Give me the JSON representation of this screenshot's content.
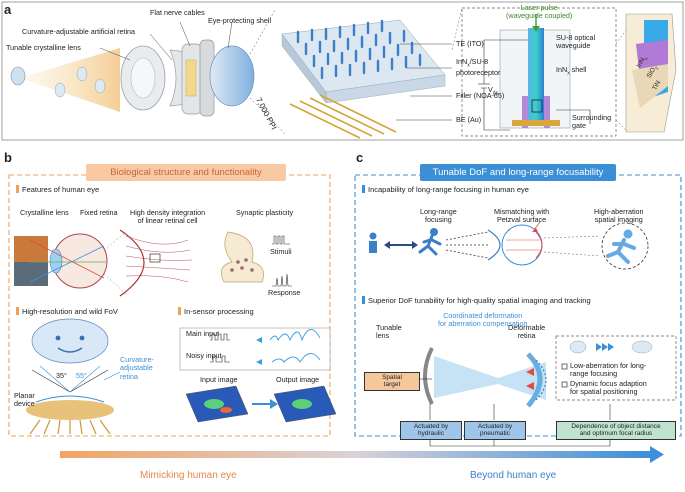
{
  "panel_a": {
    "letter": "a",
    "labels": {
      "flat_nerve_cables": "Flat nerve cables",
      "eye_protecting_shell": "Eye-protecting shell",
      "curvature_retina": "Curvature-adjustable artificial retina",
      "tunable_lens": "Tunable crystalline lens",
      "te": "TE (ITO)",
      "photoreceptor_l1": "InN",
      "photoreceptor_l1_sub": "x",
      "photoreceptor_l2": "/SU-8",
      "photoreceptor_l3": "photoreceptor",
      "filler": "Filler (NOA-65)",
      "be": "BE (Au)",
      "density": "7,000 PPI",
      "laser_l1": "Laser pulse",
      "laser_l2": "(waveguide coupled)",
      "su8_l1": "SU-8 optical",
      "su8_l2": "waveguide",
      "innx_shell": "InN",
      "innx_shell_sub": "x",
      "innx_shell_tail": " shell",
      "vds": "V",
      "vds_sub": "ds",
      "surrounding_l1": "Surrounding",
      "surrounding_l2": "gate",
      "layer_innx": "InN",
      "layer_innx_sub": "x",
      "layer_sio2": "SiO",
      "layer_sio2_sub": "2",
      "layer_tin": "TiN"
    }
  },
  "panel_b": {
    "letter": "b",
    "ribbon": "Biological structure and functionality",
    "sec1": "Features of human eye",
    "crystalline_lens": "Crystalline lens",
    "fixed_retina": "Fixed retina",
    "hd_l1": "High density integration",
    "hd_l2": "of linear retinal cell",
    "synaptic": "Synaptic plasticity",
    "stimuli": "Stimuli",
    "response": "Response",
    "sec2": "High-resolution and wild FoV",
    "angle1": "35°",
    "angle2": "55°",
    "curv_l1": "Curvature-",
    "curv_l2": "adjustable",
    "curv_l3": "retina",
    "planar_l1": "Planar",
    "planar_l2": "device",
    "sec3": "In-sensor processing",
    "main_input": "Main input",
    "noisy_input": "Noisy input",
    "input_image": "Input image",
    "output_image": "Output image"
  },
  "panel_c": {
    "letter": "c",
    "ribbon": "Tunable DoF and long-range focusability",
    "sec1": "Incapability of long-range focusing in human eye",
    "long_l1": "Long-range",
    "long_l2": "focusing",
    "mismatch_l1": "Mismatching with",
    "mismatch_l2": "Petzval surface",
    "aberr_l1": "High-aberration",
    "aberr_l2": "spatial imaging",
    "sec2": "Superior DoF tunability for high-quality spatial imaging and tracking",
    "coord_l1": "Coordinated deformation",
    "coord_l2": "for aberration compensation",
    "tunable_l1": "Tunable",
    "tunable_l2": "lens",
    "deform_l1": "Deformable",
    "deform_l2": "retina",
    "spatial_l1": "Spatial",
    "spatial_l2": "target",
    "hyd_l1": "Actuated by",
    "hyd_l2": "hydraulic",
    "pneu_l1": "Actuated by",
    "pneu_l2": "pneumatic",
    "low_l1": "Low-aberration for long-",
    "low_l2": "range focusing",
    "dyn_l1": "Dynamic focus adaption",
    "dyn_l2": "for spatial positioning",
    "dep_l1": "Dependence of object distance",
    "dep_l2": "and optimum focal radius"
  },
  "bottom": {
    "left": "Mimicking human eye",
    "right": "Beyond human eye"
  },
  "colors": {
    "orange": "#f0a05a",
    "orange_light": "#f9c9a3",
    "blue": "#3b8fd6",
    "blue_light": "#9cc8ee",
    "green_box": "#bfe3cf",
    "blue_box": "#9fc6ea"
  }
}
